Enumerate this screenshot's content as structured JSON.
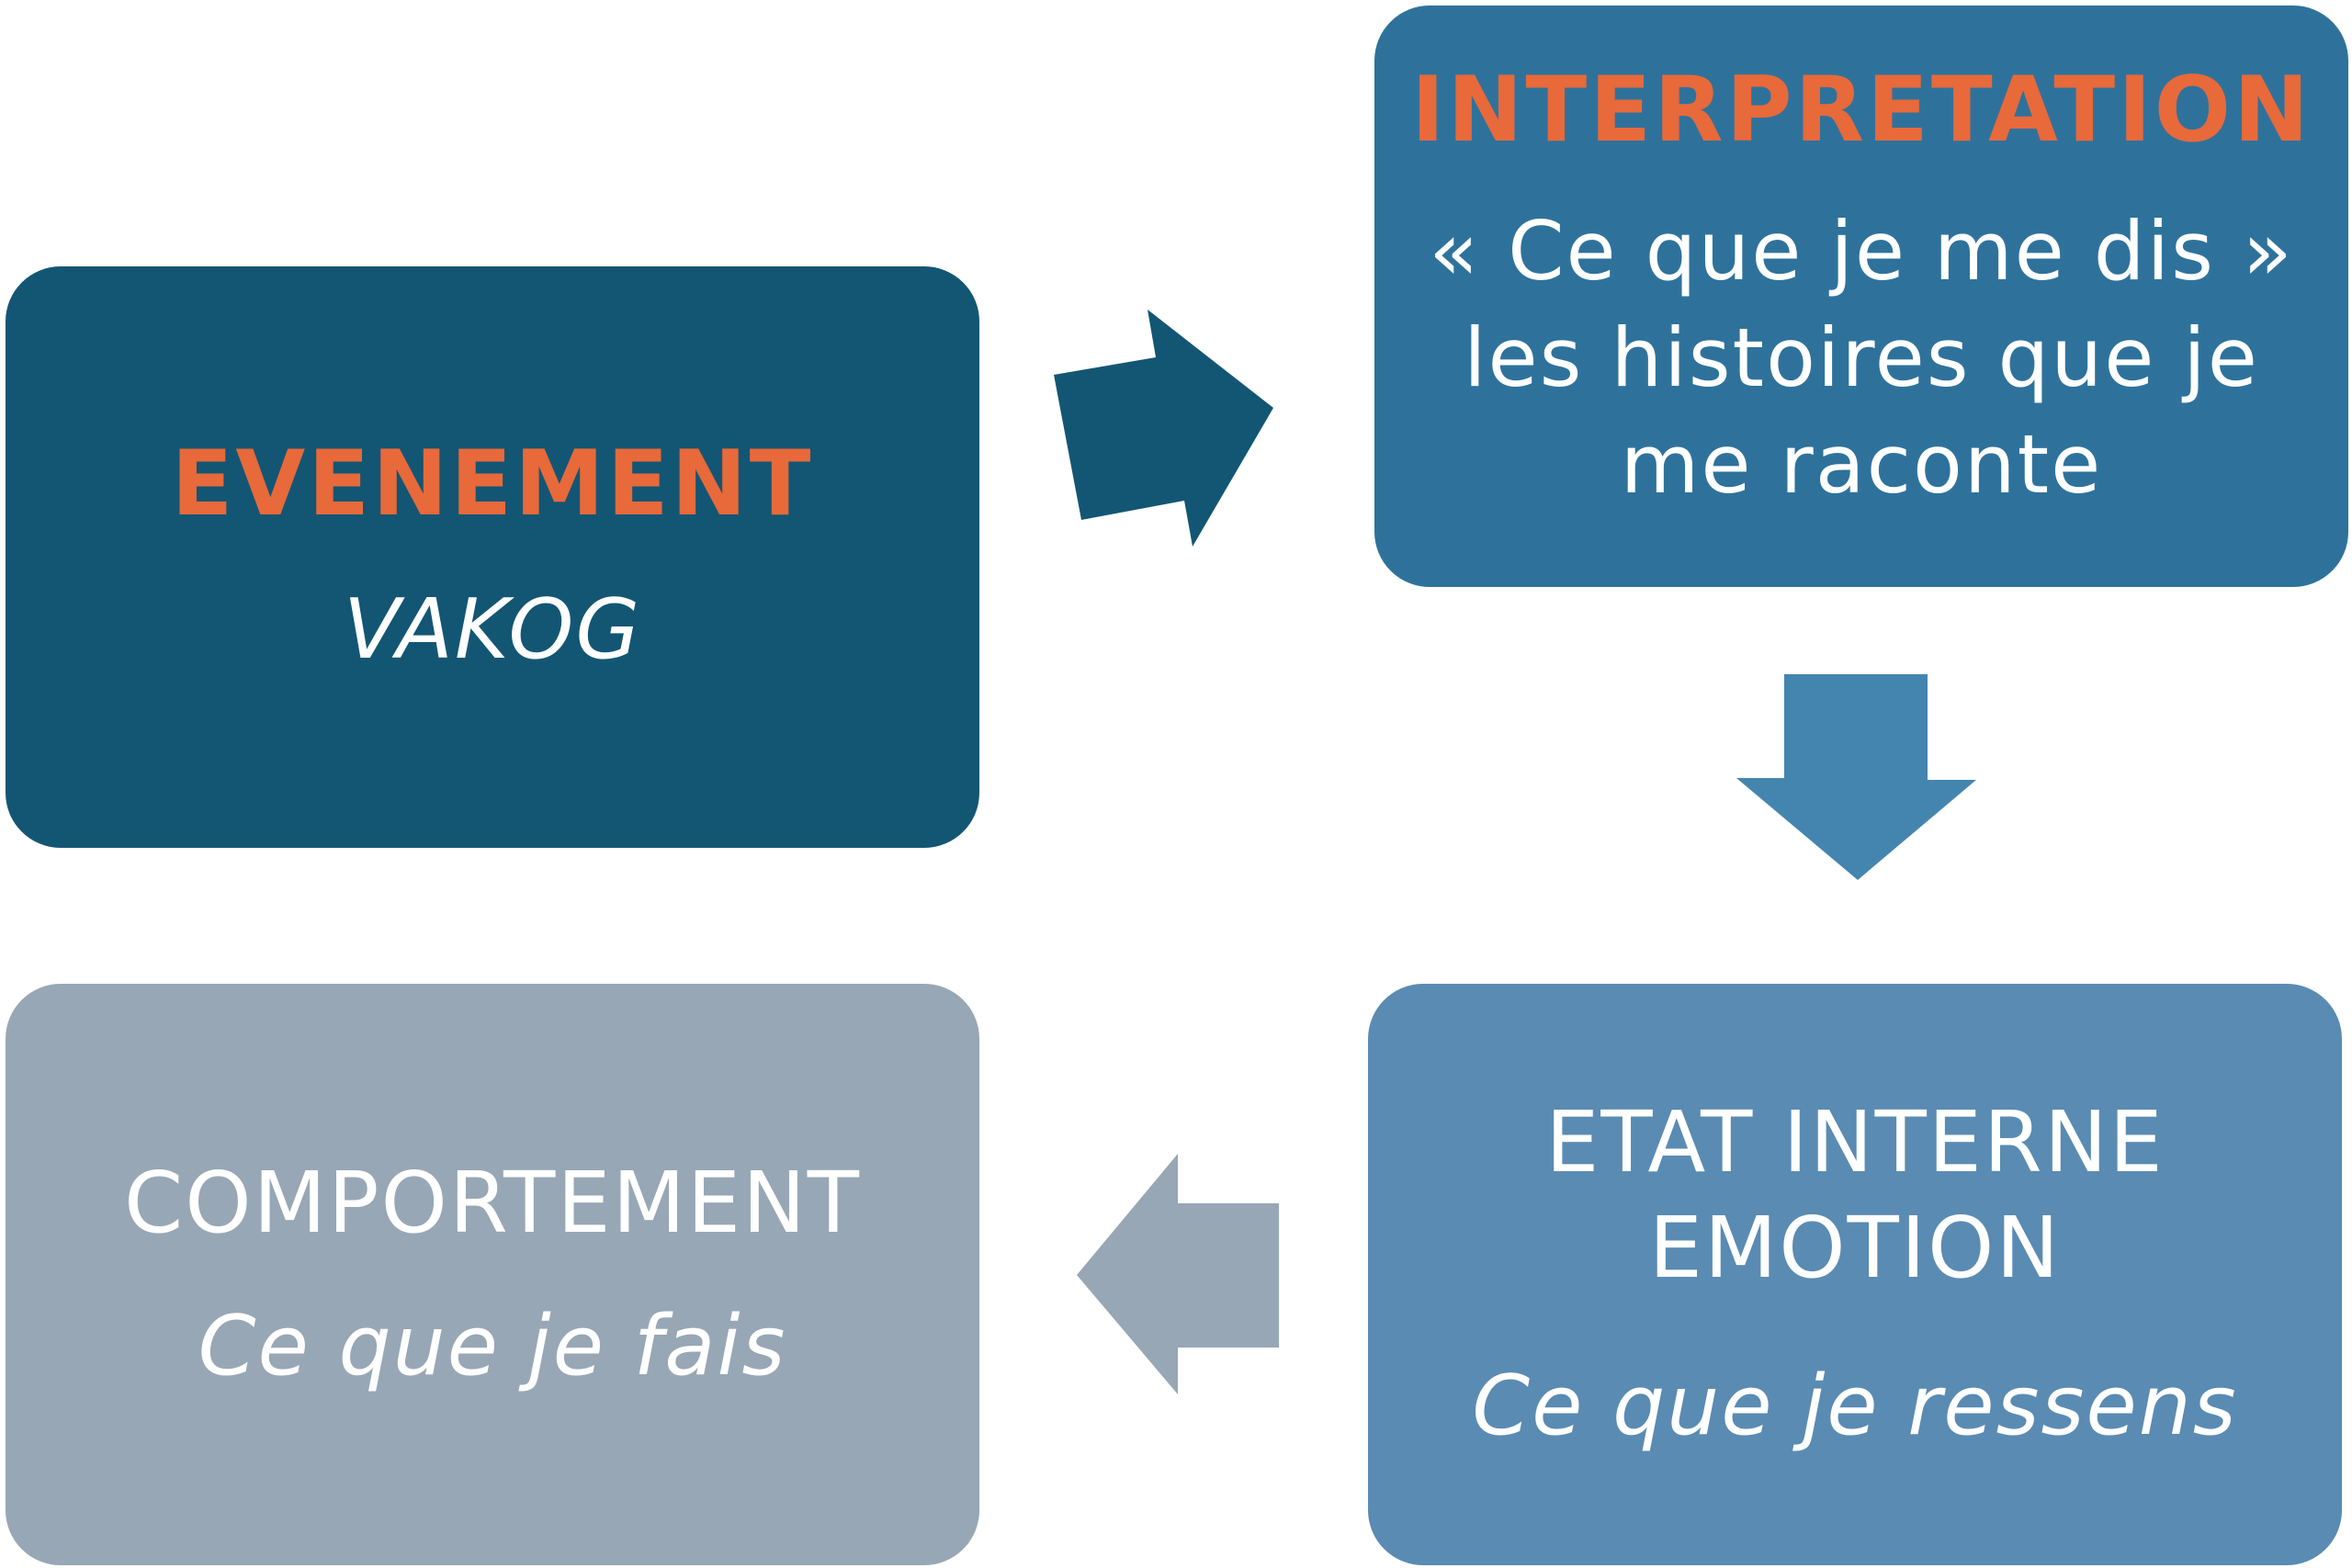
{
  "nodes": {
    "evenement": {
      "title": "EVENEMENT",
      "subtitle": "VAKOG"
    },
    "interpretation": {
      "title": "INTERPRETATION",
      "line1": "« Ce que je me dis »",
      "line2": "les histoires que je",
      "line3": "me raconte"
    },
    "etat": {
      "title1": "ETAT INTERNE",
      "title2": "EMOTION",
      "subtitle": "Ce que je ressens"
    },
    "comportement": {
      "title": "COMPORTEMENT",
      "subtitle": "Ce que je fais"
    }
  },
  "colors": {
    "evenement": "#135674",
    "interpretation": "#2e729c",
    "etat": "#5a8bb3",
    "comportement": "#97a7b5",
    "accent": "#e8693a",
    "arrow1": "#135674",
    "arrow2": "#4485b0",
    "arrow3": "#97a7b5"
  }
}
